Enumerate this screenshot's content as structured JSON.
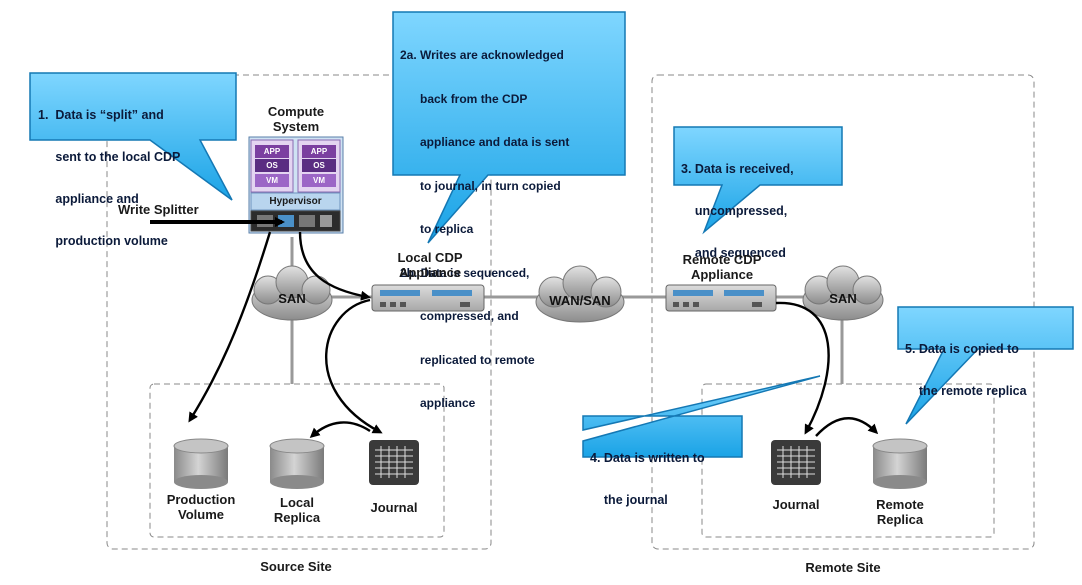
{
  "callouts": {
    "c1": [
      "1.  Data is “split” and",
      "     sent to the local CDP",
      "     appliance and",
      "     production volume"
    ],
    "c2": [
      "2a. Writes are acknowledged",
      "      back from the CDP",
      "      appliance and data is sent",
      "      to journal, in turn copied",
      "      to replica",
      "2b. Data is sequenced,",
      "      compressed, and",
      "      replicated to remote",
      "      appliance"
    ],
    "c3": [
      "3. Data is received,",
      "    uncompressed,",
      "    and sequenced"
    ],
    "c4": [
      "4. Data is written to",
      "    the journal"
    ],
    "c5": [
      "5. Data is copied to",
      "    the remote replica"
    ]
  },
  "compute": {
    "title": [
      "Compute",
      "System"
    ],
    "chips": [
      "APP",
      "OS",
      "VM"
    ],
    "hypervisor": "Hypervisor"
  },
  "labels": {
    "write_splitter": "Write Splitter",
    "local_cdp": [
      "Local CDP",
      "Appliance"
    ],
    "remote_cdp": [
      "Remote CDP",
      "Appliance"
    ],
    "production_volume": [
      "Production",
      "Volume"
    ],
    "local_replica": [
      "Local",
      "Replica"
    ],
    "journal_local": "Journal",
    "journal_remote": "Journal",
    "remote_replica": [
      "Remote",
      "Replica"
    ],
    "source_site": "Source Site",
    "remote_site": "Remote Site"
  },
  "clouds": {
    "san_left": "SAN",
    "wan": "WAN/SAN",
    "san_right": "SAN"
  },
  "colors": {
    "callout_fill": "#2fb1ec",
    "callout_stroke": "#1478b4",
    "app_chip": "#7b3fa0",
    "os_chip": "#5a2d82",
    "vm_chip": "#9c66c6",
    "hypervisor": "#b9d5ee",
    "appliance": "#4a90c8"
  }
}
